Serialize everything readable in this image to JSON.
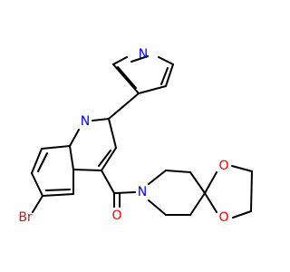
{
  "molecule": {
    "atoms": {
      "n_pyridine": {
        "symbol": "N",
        "color": "#0000ff"
      },
      "n_quinoline": {
        "symbol": "N",
        "color": "#0000ff"
      },
      "br": {
        "symbol": "Br",
        "color": "#a52a2a"
      },
      "o_carbonyl": {
        "symbol": "O",
        "color": "#ff0000"
      },
      "n_amide": {
        "symbol": "N",
        "color": "#0000ff"
      },
      "o_ring_top": {
        "symbol": "O",
        "color": "#ff0000"
      },
      "o_ring_bottom": {
        "symbol": "O",
        "color": "#ff0000"
      }
    },
    "bond_color": "#000000"
  }
}
